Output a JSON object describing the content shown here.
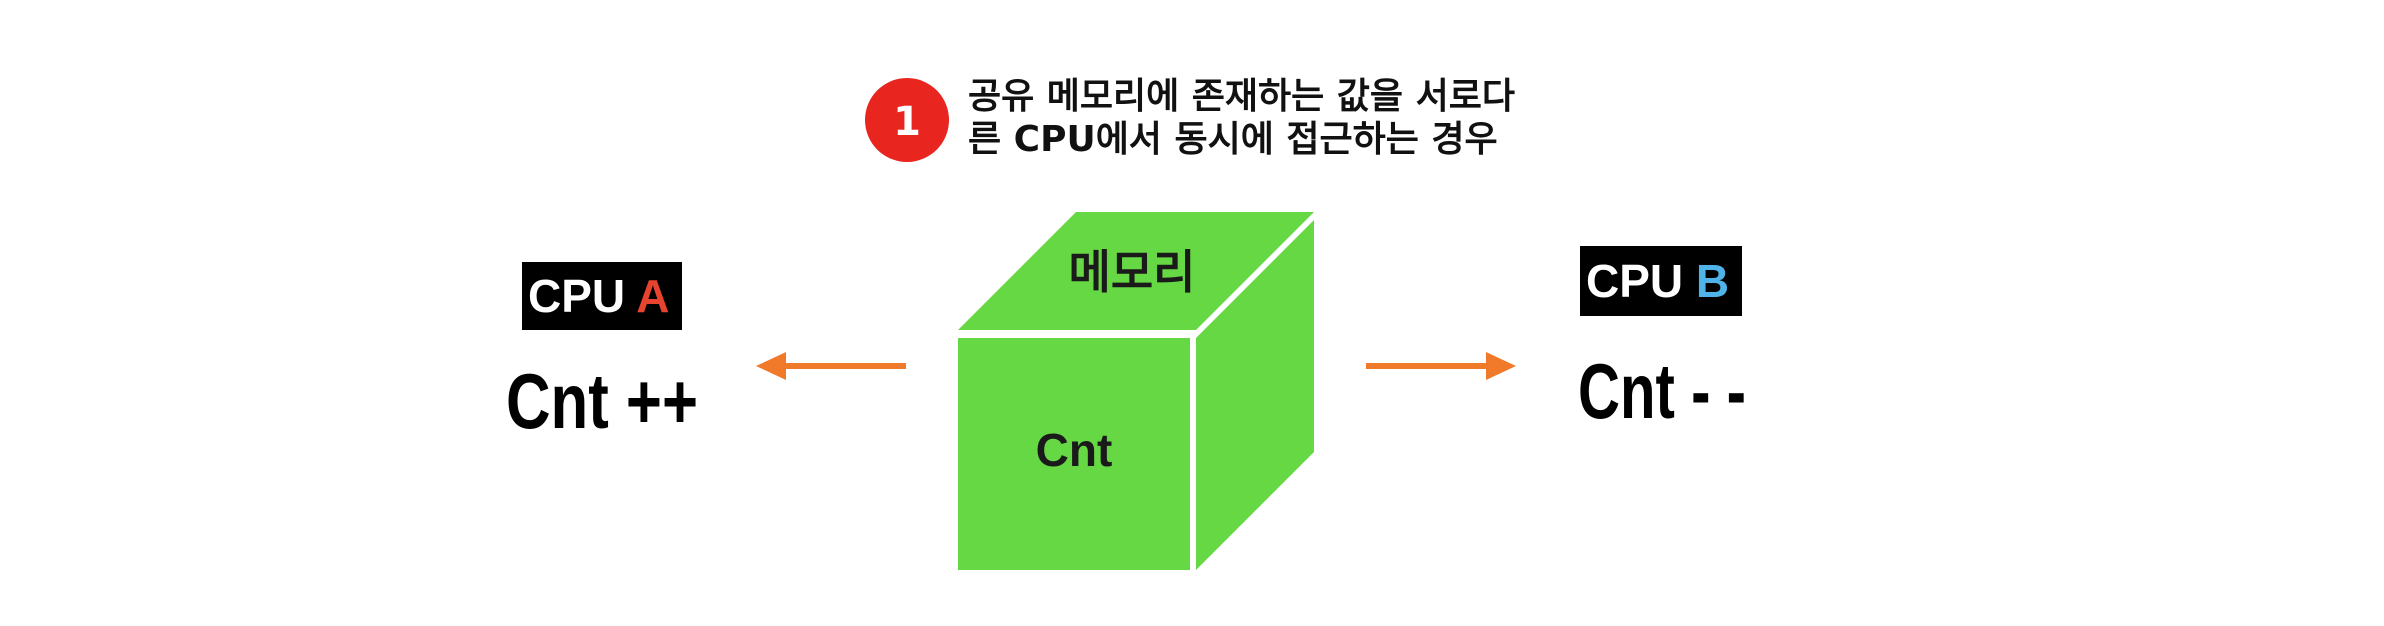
{
  "step": {
    "number": "1",
    "badge_color": "#e8251f",
    "title_line1": "공유 메모리에 존재하는 값을 서로다",
    "title_line2": "른 CPU에서 동시에 접근하는 경우"
  },
  "cpu_a": {
    "prefix": "CPU ",
    "letter": "A",
    "letter_color": "#e8432f",
    "operation": "Cnt ++"
  },
  "cpu_b": {
    "prefix": "CPU ",
    "letter": "B",
    "letter_color": "#4fb3ea",
    "operation": "Cnt - -"
  },
  "memory": {
    "top_label": "메모리",
    "front_label": "Cnt",
    "color": "#66d844"
  },
  "arrows": {
    "color": "#f07a2a"
  }
}
